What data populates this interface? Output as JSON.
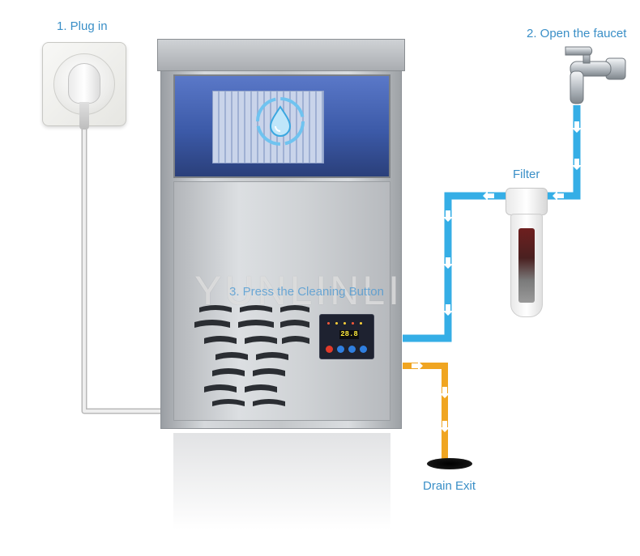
{
  "labels": {
    "step1": "1. Plug in",
    "step2": "2. Open the faucet",
    "step3": "3. Press the Cleaning Button",
    "filter": "Filter",
    "drain": "Drain Exit"
  },
  "brand_watermark": "YUNLINLI",
  "control_panel": {
    "display_value": "28.8"
  },
  "colors": {
    "label_text": "#3a8fc7",
    "water_pipe": "#35aee6",
    "drain_pipe": "#f0a521",
    "power_cord": "#d8d8d8"
  },
  "icons": [
    "wall-socket-icon",
    "plug-icon",
    "faucet-icon",
    "water-drop-cycle-icon",
    "filter-icon",
    "drain-hole-icon"
  ]
}
